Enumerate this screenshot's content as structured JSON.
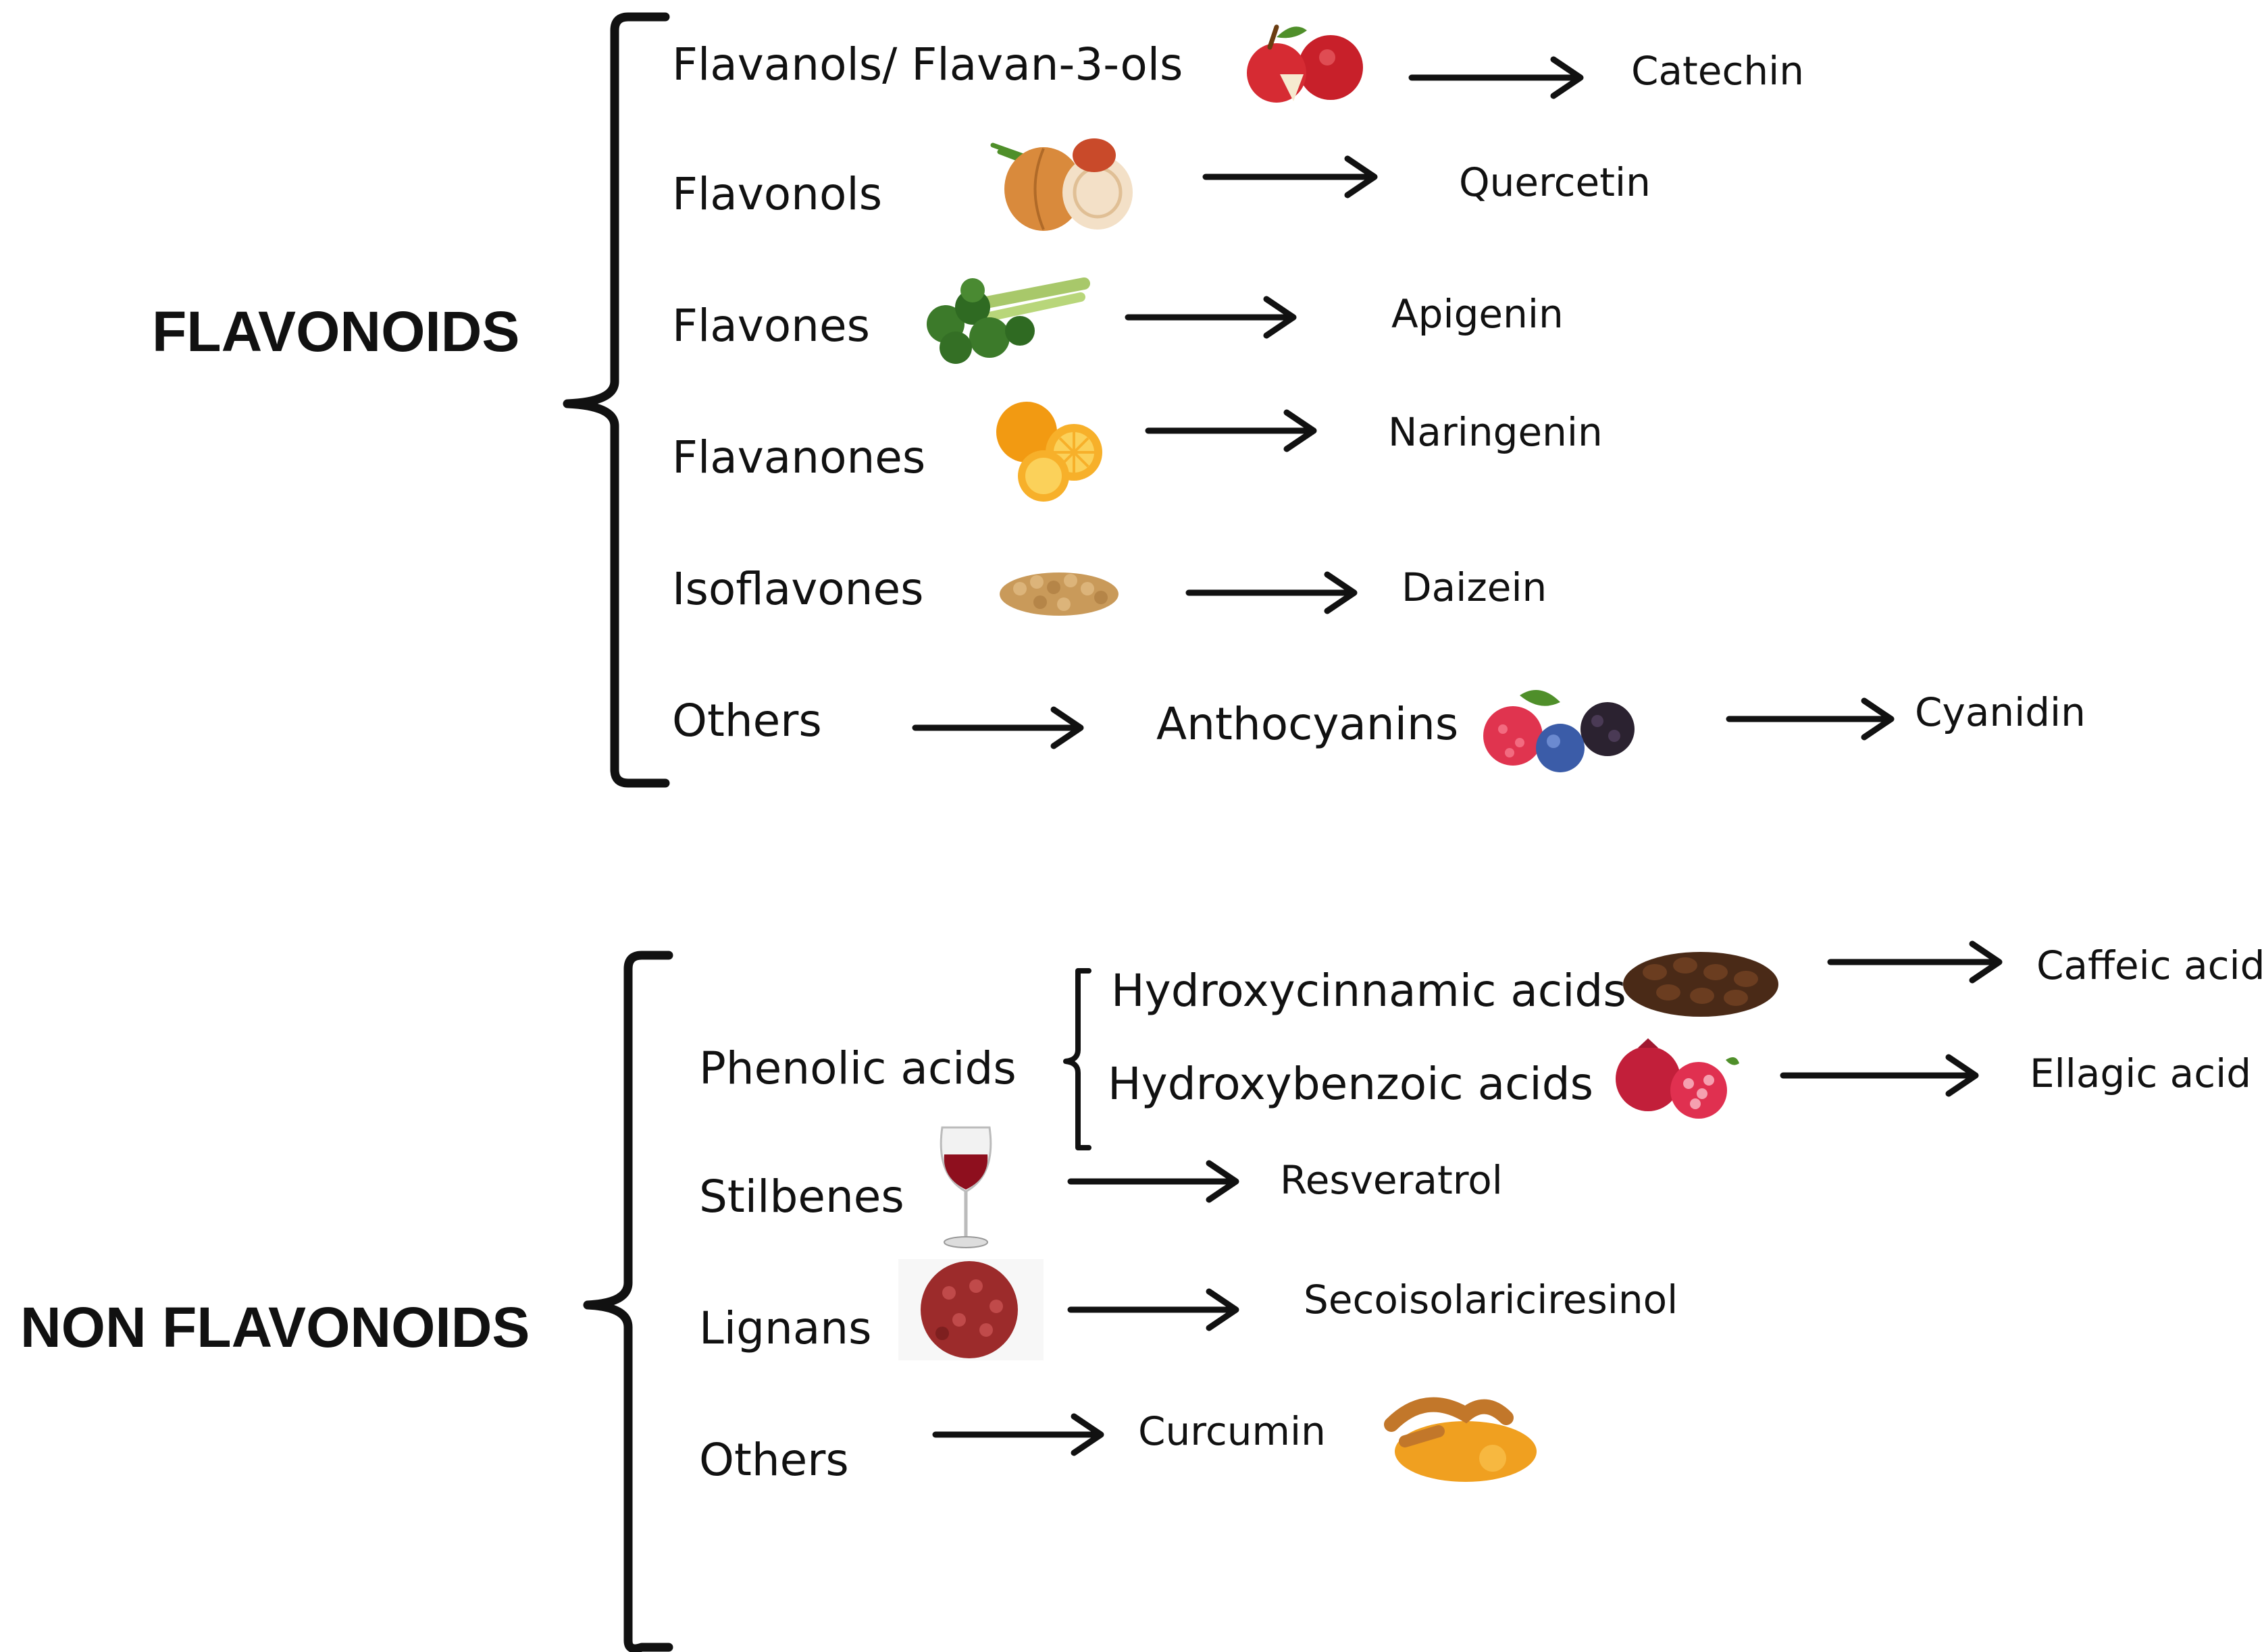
{
  "flavonoids": {
    "title": "FLAVONOIDS",
    "classes": [
      {
        "label": "Flavanols/ Flavan-3-ols",
        "icon": "apple-icon",
        "compound": "Catechin"
      },
      {
        "label": "Flavonols",
        "icon": "onion-icon",
        "compound": "Quercetin"
      },
      {
        "label": "Flavones",
        "icon": "parsley-celery-icon",
        "compound": "Apigenin"
      },
      {
        "label": "Flavanones",
        "icon": "orange-icon",
        "compound": "Naringenin"
      },
      {
        "label": "Isoflavones",
        "icon": "soybeans-icon",
        "compound": "Daizein"
      },
      {
        "label": "Others",
        "sublabel": "Anthocyanins",
        "icon": "berries-icon",
        "compound": "Cyanidin"
      }
    ]
  },
  "non_flavonoids": {
    "title": "NON FLAVONOIDS",
    "classes": [
      {
        "label": "Phenolic acids",
        "subclasses": [
          {
            "label": "Hydroxycinnamic acids",
            "icon": "coffee-beans-icon",
            "compound": "Caffeic acid"
          },
          {
            "label": "Hydroxybenzoic acids",
            "icon": "pomegranate-icon",
            "compound": "Ellagic acid"
          }
        ]
      },
      {
        "label": "Stilbenes",
        "icon": "red-wine-glass-icon",
        "compound": "Resveratrol"
      },
      {
        "label": "Lignans",
        "icon": "flaxseed-icon",
        "compound": "Secoisolariciresinol"
      },
      {
        "label": "Others",
        "compound": "Curcumin",
        "icon": "turmeric-icon"
      }
    ]
  },
  "colors": {
    "ink": "#111111",
    "apple_red": "#c8202a",
    "onion_gold": "#d98a3c",
    "leaf_green": "#3c7a2a",
    "orange": "#f29a12",
    "soy_tan": "#c99a5a",
    "berry_blue": "#3b5ca8",
    "raspberry": "#e0344f",
    "coffee_brown": "#4a2a17",
    "pomegranate": "#c21f3a",
    "wine": "#8e0f1e",
    "flax_red": "#9c2b2b",
    "turmeric": "#f0a020"
  }
}
